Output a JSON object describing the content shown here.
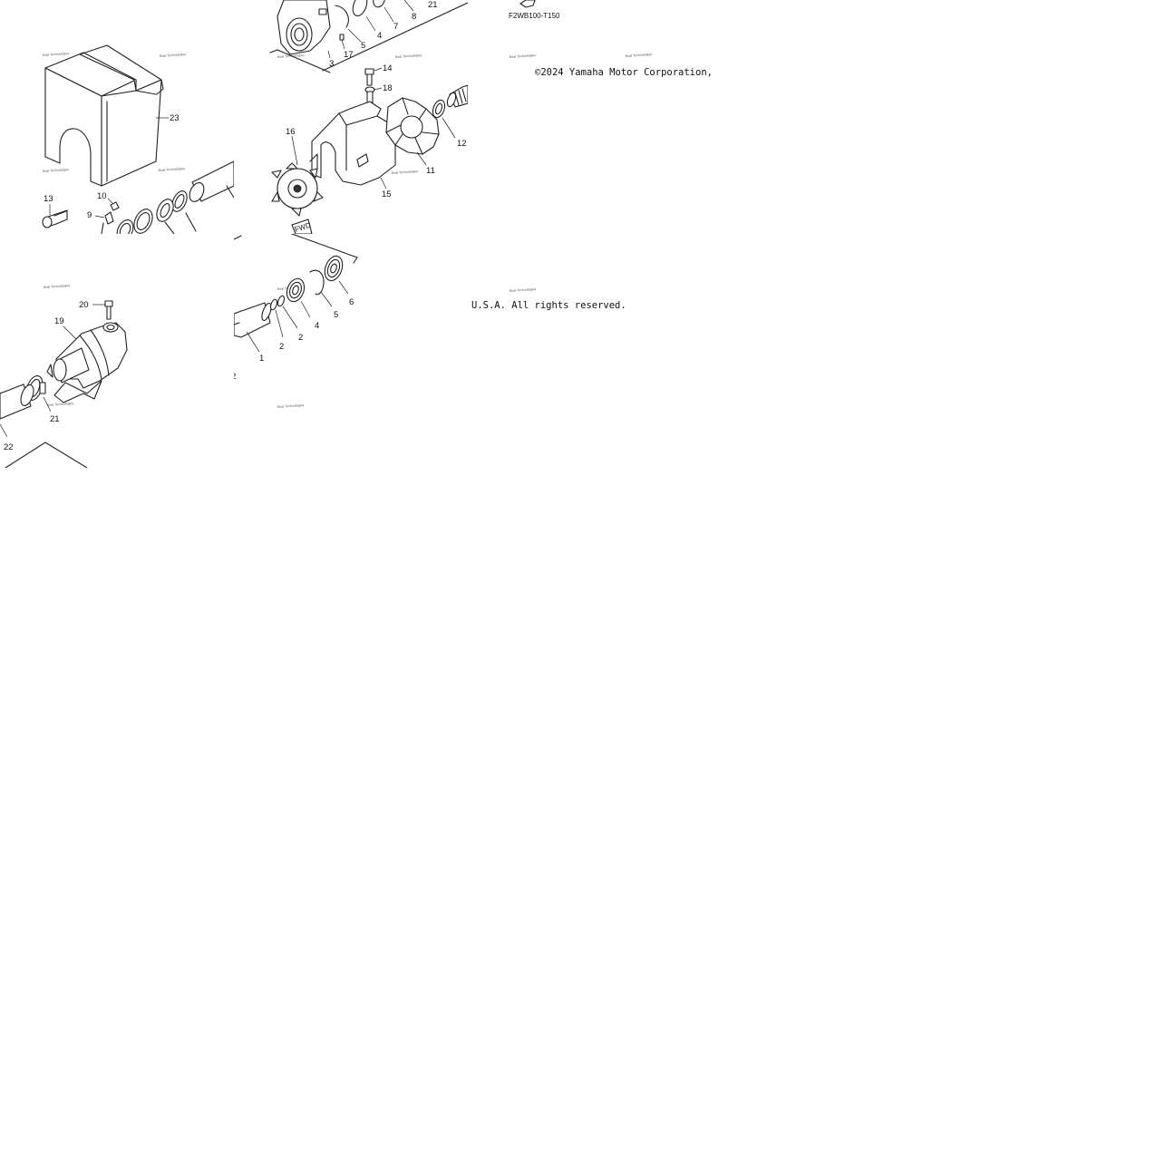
{
  "diagram": {
    "drawing_code": "F2WB100-T150",
    "watermark": "Boat Technologies",
    "callouts": {
      "part_1": "1",
      "part_2": "2",
      "part_3": "3",
      "part_4": "4",
      "part_5": "5",
      "part_6": "6",
      "part_7": "7",
      "part_8": "8",
      "part_9": "9",
      "part_10": "10",
      "part_11": "11",
      "part_12": "12",
      "part_13": "13",
      "part_14": "14",
      "part_15": "15",
      "part_16": "16",
      "part_17": "17",
      "part_18": "18",
      "part_19": "19",
      "part_20": "20",
      "part_21": "21",
      "part_22": "22",
      "part_23": "23",
      "fwd_label": "FWD"
    }
  },
  "footer": {
    "copyright": "©2024 Yamaha Motor Corporation,",
    "rights": "U.S.A. All rights reserved."
  }
}
